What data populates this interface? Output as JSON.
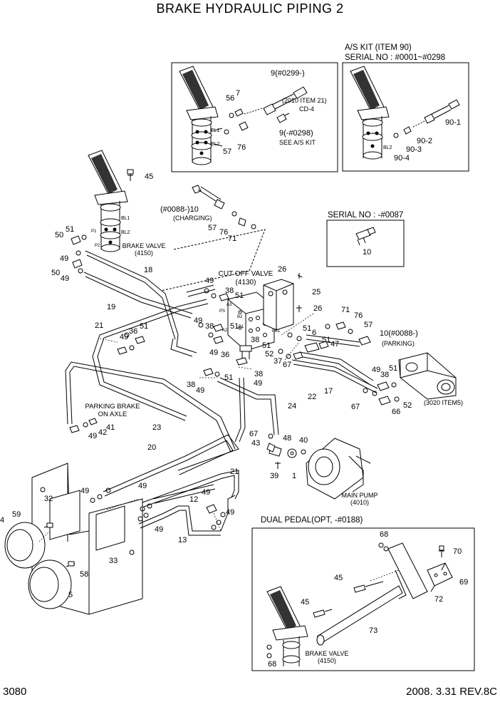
{
  "title": "BRAKE HYDRAULIC PIPING 2",
  "footer": {
    "page": "3080",
    "date_rev": "2008. 3.31  REV.8C"
  },
  "insets": {
    "as_kit_title": "A/S KIT (ITEM 90)",
    "as_kit_serial": "SERIAL NO : #0001~#0298",
    "serial_0087": "SERIAL NO : -#0087",
    "dual_pedal": "DUAL PEDAL(OPT, -#0188)"
  },
  "captions": {
    "brake_valve": "BRAKE VALVE",
    "brake_valve_no": "(4150)",
    "cut_off_valve": "CUT OFF VALVE",
    "cut_off_valve_no": "(4130)",
    "charging": "(CHARGING)",
    "parking": "(PARKING)",
    "parking_brake": "PARKING BRAKE",
    "on_axle": "ON AXLE",
    "main_pump": "MAIN PUMP",
    "main_pump_no": "(4010)",
    "item_3020": "(3020 ITEM5)",
    "item_2010": "(2010 ITEM 21)",
    "cd4": "CD-4",
    "see_as_kit": "SEE A/S KIT",
    "dual_brake_valve": "BRAKE VALVE",
    "dual_brake_valve_no": "(4150)"
  },
  "port_marks": {
    "bl1": "BL1",
    "bl2": "BL2",
    "p1": "P1",
    "p2": "P2",
    "a3": "A3",
    "ps": "PS",
    "b2": "B2",
    "a2": "A2",
    "b1": "B1",
    "pb1": "PB1"
  },
  "callouts": {
    "c9a": "9(#0299-)",
    "c9b": "9(-#0298)",
    "c56": "56",
    "c7": "7",
    "c57a": "57",
    "c76a": "76",
    "c90_1": "90-1",
    "c90_2": "90-2",
    "c90_3": "90-3",
    "c90_4": "90-4",
    "c45a": "45",
    "c10a": "(#0088-)10",
    "c57b": "57",
    "c76b": "76",
    "c71a": "71",
    "c10b": "10",
    "c50a": "50",
    "c51a": "51",
    "c49a": "49",
    "c50b": "50",
    "c49b": "49",
    "c18": "18",
    "c19": "19",
    "c26a": "26",
    "c25": "25",
    "c26b": "26",
    "c49c": "49",
    "c38a": "38",
    "c51b": "51",
    "c21a": "21",
    "c49d": "49",
    "c36a": "36",
    "c51c": "51",
    "c49e": "49",
    "c38b": "38",
    "c49f": "49",
    "c36b": "36",
    "c51d": "51",
    "c71b": "71",
    "c76c": "76",
    "c57c": "57",
    "c10c": "10(#0088-)",
    "c51e": "51",
    "c6": "6",
    "c51f": "51",
    "c47": "47",
    "c52a": "52",
    "c37": "37",
    "c67a": "67",
    "c38c": "38",
    "c51g": "51",
    "c38d": "38",
    "c49g": "49",
    "c51h": "51",
    "c49h": "49",
    "c22": "22",
    "c17": "17",
    "c24": "24",
    "c49i": "49",
    "c38e": "38",
    "c51i": "51",
    "c67b": "67",
    "c66": "66",
    "c52b": "52",
    "c49j": "49",
    "c42": "42",
    "c41": "41",
    "c23": "23",
    "c67c": "67",
    "c43": "43",
    "c48": "48",
    "c40": "40",
    "c39": "39",
    "c1": "1",
    "c20": "20",
    "c21b": "21",
    "c32": "32",
    "c49k": "49",
    "c49l": "49",
    "c12": "12",
    "c49m": "49",
    "c49n": "49",
    "c4": "4",
    "c59": "59",
    "c33": "33",
    "c49o": "49",
    "c13": "13",
    "c58": "58",
    "c5": "5",
    "c68a": "68",
    "c70": "70",
    "c45b": "45",
    "c69": "69",
    "c72": "72",
    "c45c": "45",
    "c73": "73",
    "c68b": "68"
  }
}
